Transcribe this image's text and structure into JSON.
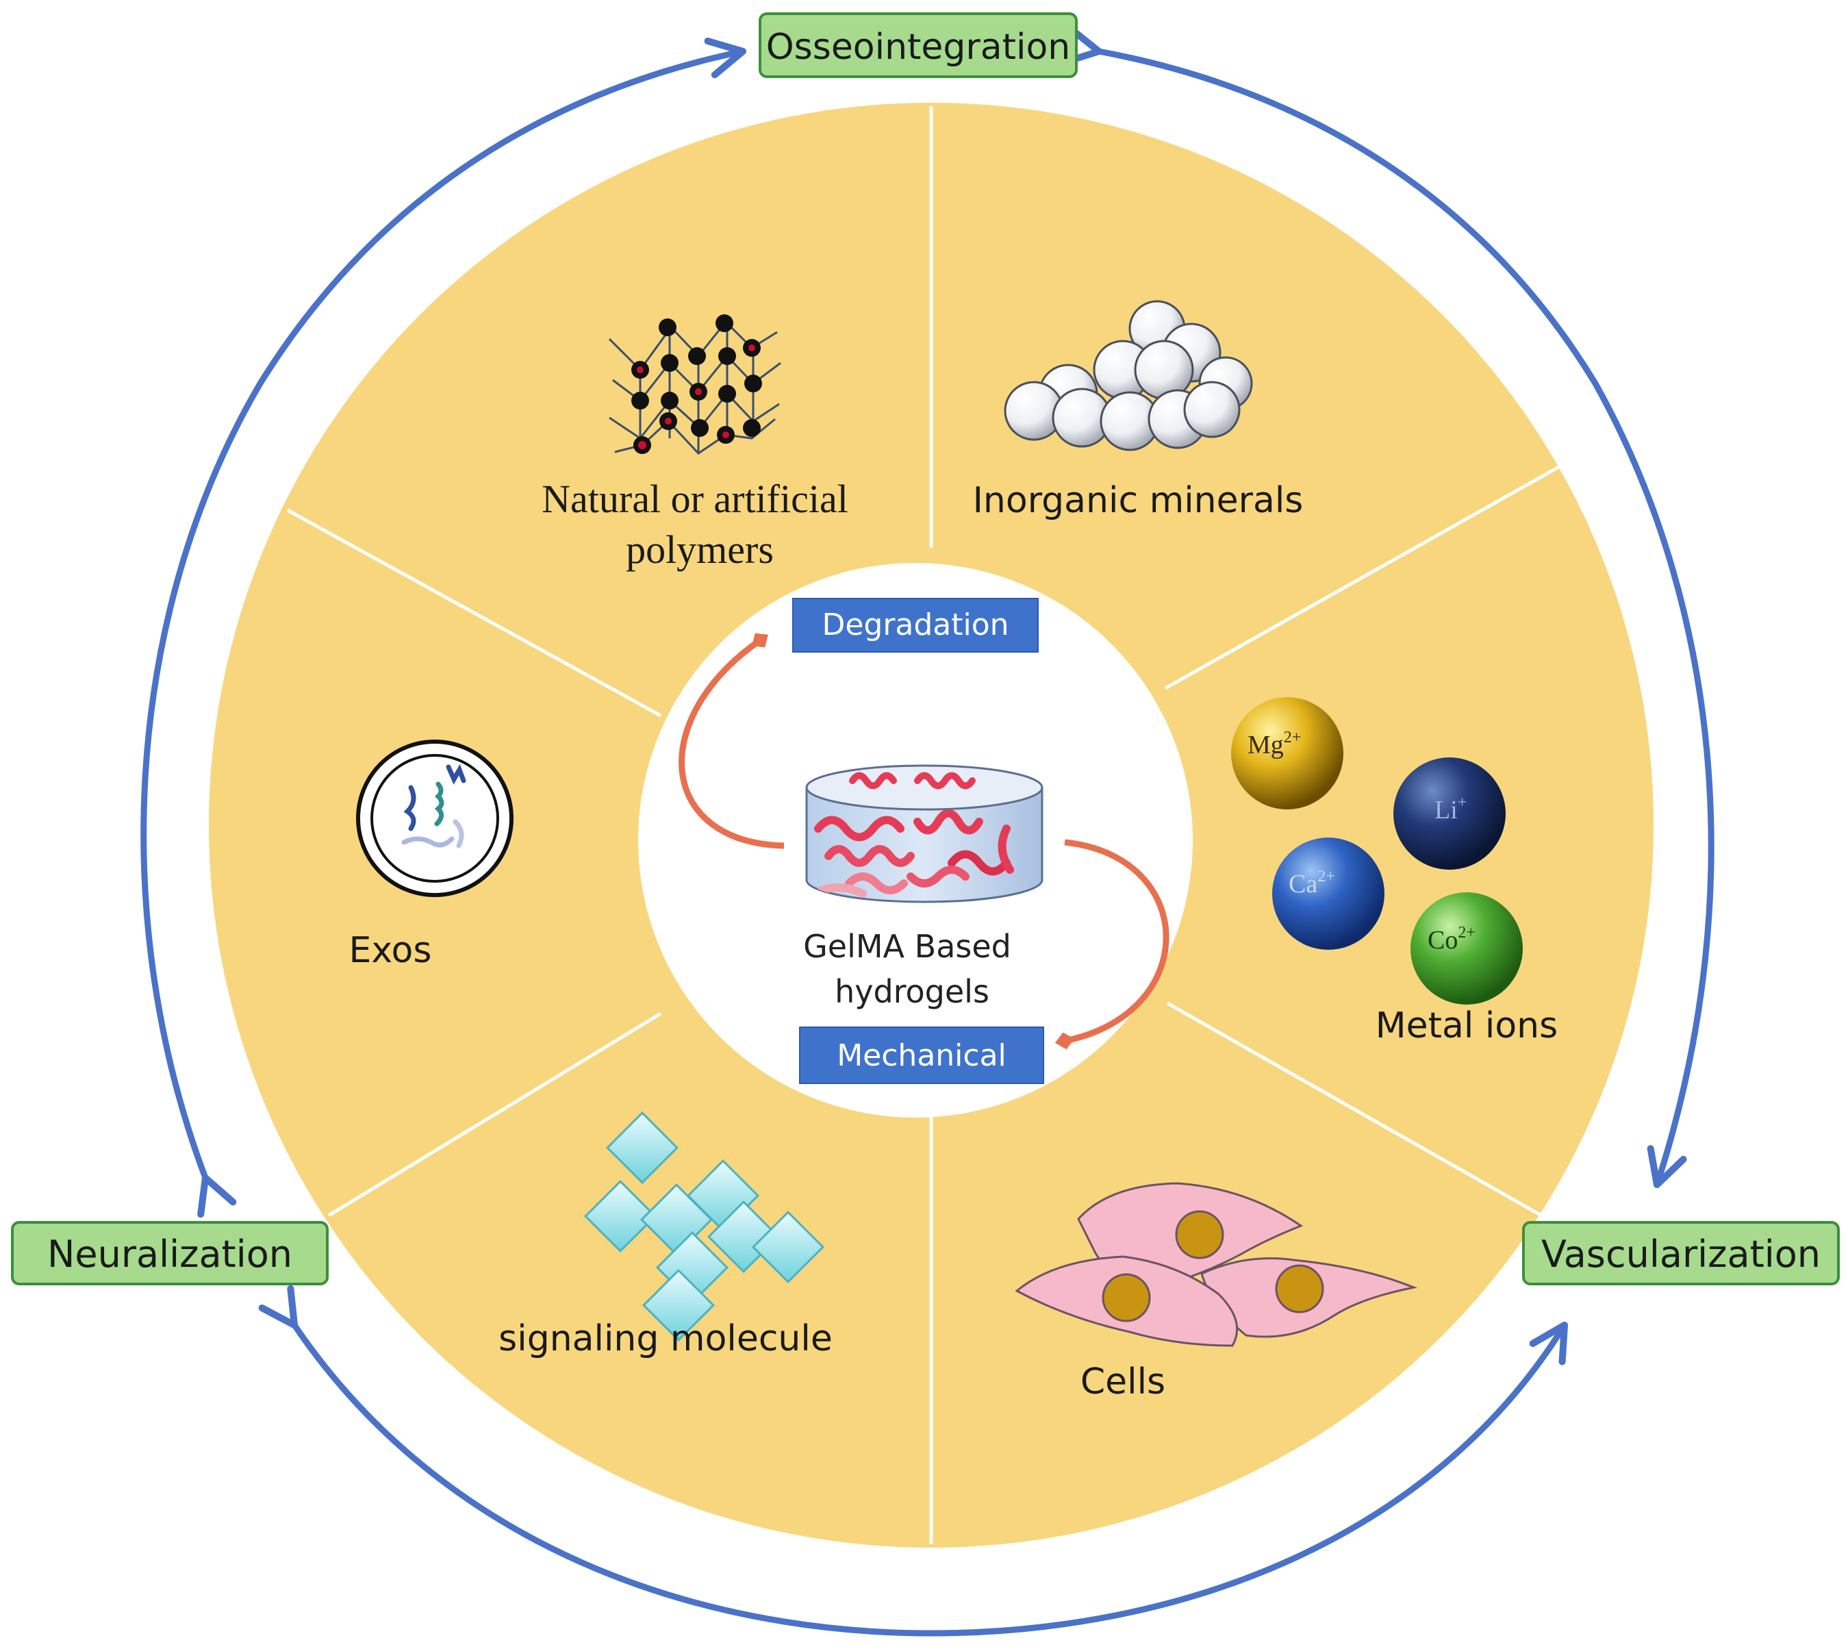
{
  "outcomes": {
    "top": "Osseointegration",
    "left": "Neuralization",
    "right": "Vascularization"
  },
  "segments": {
    "polymers_line1": "Natural or artificial",
    "polymers_line2": "polymers",
    "minerals": "Inorganic minerals",
    "metal_ions": "Metal ions",
    "cells": "Cells",
    "signaling": "signaling molecule",
    "exos": "Exos"
  },
  "center": {
    "title_line1": "GelMA Based",
    "title_line2": "hydrogels",
    "degradation": "Degradation",
    "mechanical": "Mechanical"
  },
  "ions": [
    {
      "base": "Mg",
      "sup": "2+"
    },
    {
      "base": "Li",
      "sup": "+"
    },
    {
      "base": "Ca",
      "sup": "2+"
    },
    {
      "base": "Co",
      "sup": "2+"
    }
  ],
  "colors": {
    "disk": "#F7D67E",
    "divider": "#FFFFFF",
    "outer_arrow": "#4A72C8",
    "label_box": "#A6DB8E",
    "label_border": "#3E8F3B",
    "blue_tag": "#3F73CB",
    "curve_arrow": "#E8704E"
  }
}
